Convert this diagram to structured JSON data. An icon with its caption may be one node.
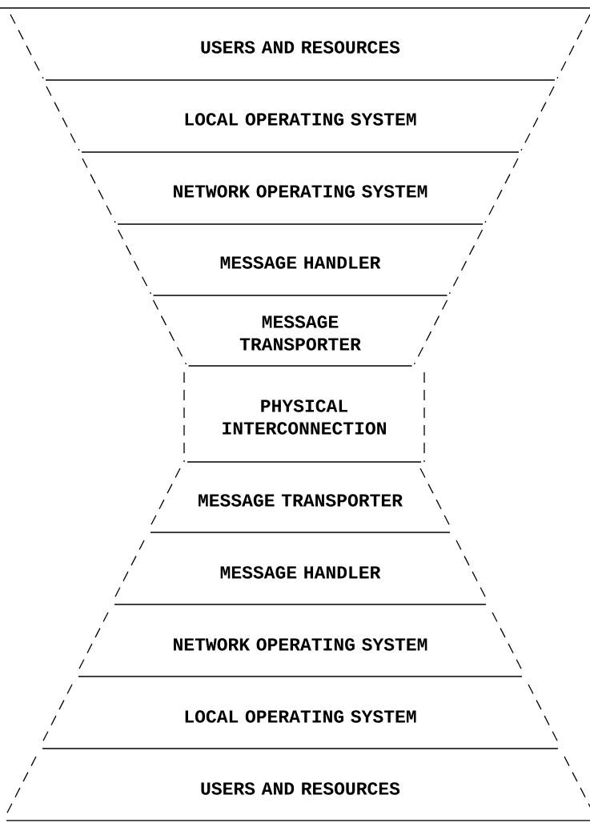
{
  "diagram": {
    "nodes": [
      {
        "text": [
          "USERS AND RESOURCES"
        ]
      },
      {
        "text": [
          "LOCAL OPERATING SYSTEM"
        ]
      },
      {
        "text": [
          "NETWORK OPERATING SYSTEM"
        ]
      },
      {
        "text": [
          "MESSAGE HANDLER"
        ]
      },
      {
        "text": [
          "MESSAGE TRANSPORTER"
        ]
      },
      {
        "text": [
          "PHYSICAL INTERCONNECTION"
        ]
      },
      {
        "text": [
          "MESSAGE TRANSPORTER"
        ]
      },
      {
        "text": [
          "MESSAGE HANDLER"
        ]
      },
      {
        "text": [
          "NETWORK OPERATING SYSTEM"
        ]
      },
      {
        "text": [
          "LOCAL OPERATING SYSTEM"
        ]
      },
      {
        "text": [
          "USERS AND RESOURCES"
        ]
      }
    ]
  }
}
